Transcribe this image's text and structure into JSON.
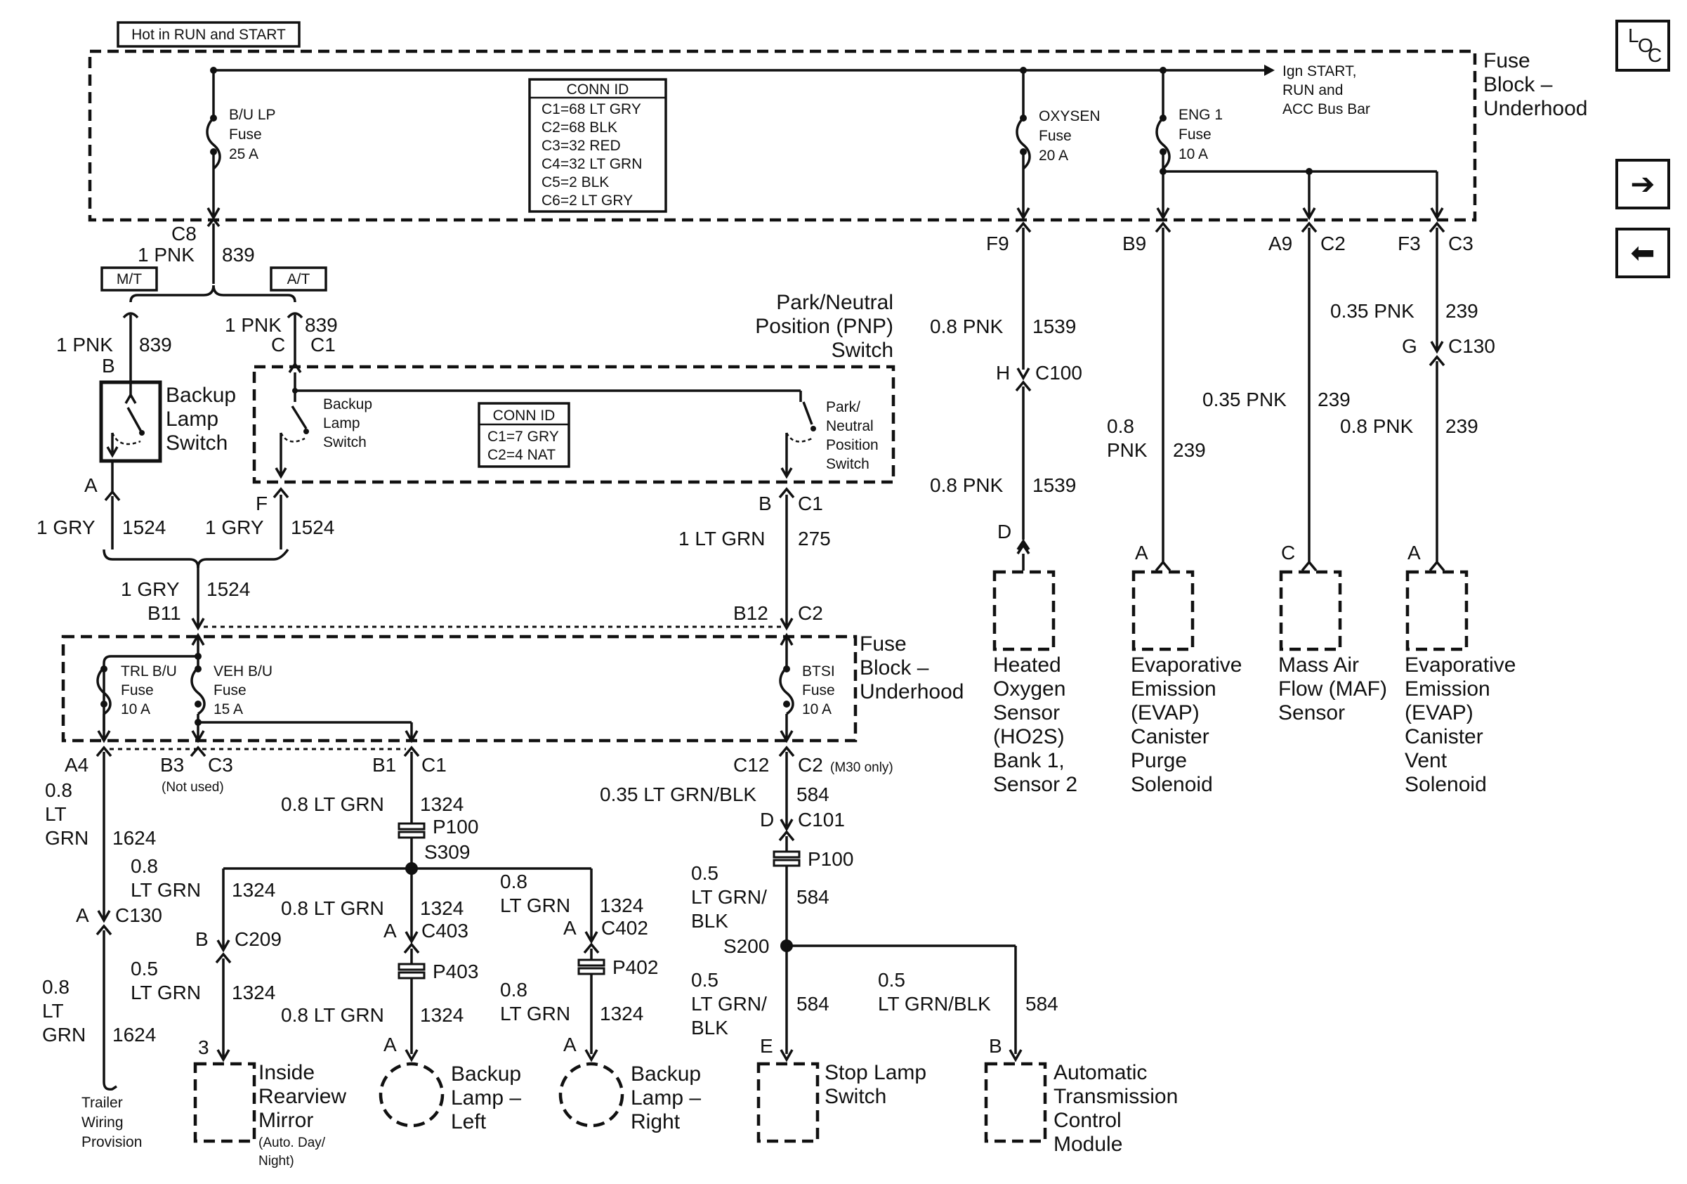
{
  "top": {
    "hot_label": "Hot in RUN and START",
    "bus_bar": [
      "Ign START,",
      "RUN and",
      "ACC Bus Bar"
    ],
    "fuse_block_title": [
      "Fuse",
      "Block –",
      "Underhood"
    ]
  },
  "conn_id_main": {
    "title": "CONN ID",
    "rows": [
      "C1=68 LT GRY",
      "C2=68 BLK",
      "C3=32 RED",
      "C4=32 LT GRN",
      "C5=2 BLK",
      "C6=2 LT GRY"
    ]
  },
  "fuses_top": {
    "bu_lp": [
      "B/U LP",
      "Fuse",
      "25 A"
    ],
    "oxysen": [
      "OXYSEN",
      "Fuse",
      "20 A"
    ],
    "eng1": [
      "ENG 1",
      "Fuse",
      "10 A"
    ]
  },
  "nav": {
    "loc_l": "L",
    "loc_o": "O",
    "loc_c": "C",
    "next": "➔",
    "prev": "⬅"
  },
  "left_top": {
    "c8": "C8",
    "c8_wire": "1 PNK",
    "c8_circuit": "839",
    "mt": "M/T",
    "at": "A/T",
    "mt_wire": "1 PNK",
    "mt_circuit": "839",
    "mt_pin": "B",
    "at_wire": "1 PNK",
    "at_circuit": "839",
    "at_pin": "C",
    "at_conn": "C1"
  },
  "backup_switch_mt": {
    "label": [
      "Backup",
      "Lamp",
      "Switch"
    ],
    "pin_a": "A",
    "wire": "1 GRY",
    "circuit": "1524"
  },
  "pnp": {
    "title": [
      "Park/Neutral",
      "Position (PNP)",
      "Switch"
    ],
    "backup_label": [
      "Backup",
      "Lamp",
      "Switch"
    ],
    "pn_label": [
      "Park/",
      "Neutral",
      "Position",
      "Switch"
    ],
    "conn_title": "CONN ID",
    "conn_rows": [
      "C1=7 GRY",
      "C2=4 NAT"
    ],
    "pin_f": "F",
    "f_wire": "1 GRY",
    "f_circuit": "1524",
    "pin_b": "B",
    "b_conn": "C1",
    "b_wire": "1 LT GRN",
    "b_circuit": "275"
  },
  "mid": {
    "joined_wire": "1 GRY",
    "joined_circuit": "1524",
    "b11": "B11",
    "b12": "B12",
    "b12_conn": "C2"
  },
  "lower_fuse_block": {
    "title": [
      "Fuse",
      "Block –",
      "Underhood"
    ],
    "trl": [
      "TRL B/U",
      "Fuse",
      "10 A"
    ],
    "veh": [
      "VEH B/U",
      "Fuse",
      "15 A"
    ],
    "btsi": [
      "BTSI",
      "Fuse",
      "10 A"
    ]
  },
  "lower_left": {
    "a4": "A4",
    "b3": "B3",
    "c3": "C3",
    "not_used": "(Not used)",
    "a4_wire": [
      "0.8",
      "LT",
      "GRN"
    ],
    "a4_circuit": "1624",
    "c130_pin": "A",
    "c130": "C130",
    "below_wire": [
      "0.8",
      "LT",
      "GRN"
    ],
    "below_circuit": "1624",
    "trailer": [
      "Trailer",
      "Wiring",
      "Provision"
    ]
  },
  "lower_b1": {
    "b1": "B1",
    "c1": "C1",
    "wire": "0.8 LT GRN",
    "circuit": "1324",
    "p100": "P100",
    "s309": "S309",
    "left_wire": [
      "0.8",
      "LT GRN"
    ],
    "left_circuit": "1324",
    "c209_pin": "B",
    "c209": "C209",
    "mirror_wire": [
      "0.5",
      "LT GRN"
    ],
    "mirror_circuit": "1324",
    "mirror_pin": "3",
    "mirror_label": [
      "Inside",
      "Rearview",
      "Mirror"
    ],
    "mirror_sub": [
      "(Auto. Day/",
      "Night)"
    ],
    "c403_wire": "0.8 LT GRN",
    "c403_circuit": "1324",
    "c403_pin": "A",
    "c403": "C403",
    "p403": "P403",
    "lamp_left_wire": "0.8 LT GRN",
    "lamp_left_circuit": "1324",
    "lamp_left_pin": "A",
    "lamp_left_label": [
      "Backup",
      "Lamp –",
      "Left"
    ],
    "c402_wire": [
      "0.8",
      "LT GRN"
    ],
    "c402_circuit": "1324",
    "c402_pin": "A",
    "c402": "C402",
    "p402": "P402",
    "lamp_right_wire": [
      "0.8",
      "LT GRN"
    ],
    "lamp_right_circuit": "1324",
    "lamp_right_pin": "A",
    "lamp_right_label": [
      "Backup",
      "Lamp –",
      "Right"
    ]
  },
  "lower_c12": {
    "c12": "C12",
    "c2": "C2",
    "m30": "(M30 only)",
    "wire": "0.35 LT GRN/BLK",
    "circuit": "584",
    "c101_pin": "D",
    "c101": "C101",
    "p100": "P100",
    "wire2": [
      "0.5",
      "LT GRN/",
      "BLK"
    ],
    "circuit2": "584",
    "s200": "S200",
    "wire3": [
      "0.5",
      "LT GRN/",
      "BLK"
    ],
    "circuit3": "584",
    "stop_pin": "E",
    "stop_label": [
      "Stop Lamp",
      "Switch"
    ],
    "tcm_wire": [
      "0.5",
      "LT GRN/BLK"
    ],
    "tcm_circuit": "584",
    "tcm_pin": "B",
    "tcm_label": [
      "Automatic",
      "Transmission",
      "Control",
      "Module"
    ]
  },
  "right": {
    "f9": "F9",
    "f9_wire": "0.8 PNK",
    "f9_circuit": "1539",
    "h_pin": "H",
    "c100": "C100",
    "ho2s_wire": "0.8 PNK",
    "ho2s_circuit": "1539",
    "ho2s_pin": "D",
    "ho2s_label": [
      "Heated",
      "Oxygen",
      "Sensor",
      "(HO2S)",
      "Bank 1,",
      "Sensor 2"
    ],
    "b9": "B9",
    "evap_wire": [
      "0.8",
      "PNK"
    ],
    "evap_circuit": "239",
    "evap_pin": "A",
    "evap_label": [
      "Evaporative",
      "Emission",
      "(EVAP)",
      "Canister",
      "Purge",
      "Solenoid"
    ],
    "a9": "A9",
    "a9_conn": "C2",
    "maf_wire": "0.35 PNK",
    "maf_circuit": "239",
    "maf_pin": "C",
    "maf_label": [
      "Mass Air",
      "Flow (MAF)",
      "Sensor"
    ],
    "f3": "F3",
    "f3_conn": "C3",
    "f3_wire": "0.35 PNK",
    "f3_circuit": "239",
    "g_pin": "G",
    "c130": "C130",
    "vent_wire": "0.8 PNK",
    "vent_circuit": "239",
    "vent_pin": "A",
    "vent_label": [
      "Evaporative",
      "Emission",
      "(EVAP)",
      "Canister",
      "Vent",
      "Solenoid"
    ]
  }
}
